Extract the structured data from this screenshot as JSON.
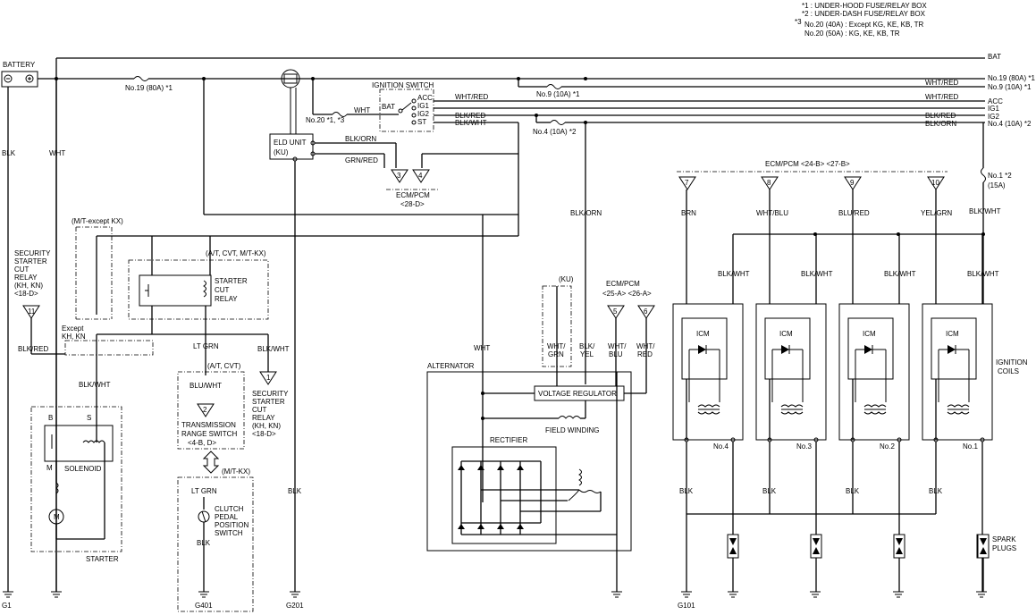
{
  "notes": [
    "*1 : UNDER-HOOD FUSE/RELAY BOX",
    "*2 : UNDER-DASH FUSE/RELAY BOX",
    "*3",
    "No.20 (40A) : Except KG, KE, KB, TR",
    "No.20 (50A) : KG, KE, KB, TR"
  ],
  "battery": "BATTERY",
  "bat": "BAT",
  "fuses": {
    "f19": "No.19 (80A) *1",
    "f20": "No.20 *1, *3",
    "f9": "No.9 (10A) *1",
    "f4": "No.4 (10A) *2",
    "f1a": "No.1 *2",
    "f1b": "(15A)"
  },
  "right_labels": [
    "No.19 (80A) *1",
    "No.9 (10A) *1",
    "ACC",
    "IG1",
    "IG2",
    "No.4 (10A) *2"
  ],
  "ignition_switch": {
    "title": "IGNITION SWITCH",
    "bat": "BAT",
    "acc": "ACC",
    "ig1": "IG1",
    "ig2": "IG2",
    "st": "ST"
  },
  "eld": {
    "line1": "ELD UNIT",
    "line2": "(KU)"
  },
  "wires": {
    "wht": "WHT",
    "whtred": "WHT/RED",
    "blkred": "BLK/RED",
    "blkwht": "BLK/WHT",
    "blkorn": "BLK/ORN",
    "grnred": "GRN/RED",
    "blk": "BLK",
    "brn": "BRN",
    "whtblu": "WHT/BLU",
    "blured": "BLU/RED",
    "yelgrn": "YEL/GRN",
    "ltgrn": "LT GRN",
    "bluwht": "BLU/WHT",
    "wht2": "WHT/",
    "grn": "GRN",
    "blk2": "BLK/",
    "yel": "YEL",
    "blu": "BLU",
    "red": "RED"
  },
  "ecm_top": {
    "title": "ECM/PCM",
    "conn": "<28-D>",
    "pins": [
      "3",
      "4"
    ]
  },
  "ecm_coils": {
    "title": "ECM/PCM <24-B> <27-B>",
    "pins": [
      "7",
      "8",
      "9",
      "10"
    ]
  },
  "ecm_alt": {
    "title": "ECM/PCM",
    "conn": "<25-A> <26-A>",
    "pins": [
      "5",
      "6"
    ]
  },
  "security_left": {
    "lines": [
      "SECURITY",
      "STARTER",
      "CUT",
      "RELAY",
      "(KH, KN)",
      "<18-D>"
    ],
    "pin": "11"
  },
  "security_right": {
    "lines": [
      "SECURITY",
      "STARTER",
      "CUT",
      "RELAY",
      "(KH, KN)",
      "<18-D>"
    ],
    "pin": "1"
  },
  "variants": {
    "mt_except_kx": "(M/T-except KX)",
    "at_cvt_mtkx": "(A/T, CVT, M/T-KX)",
    "except_khkn1": "Except",
    "except_khkn2": "KH, KN",
    "at_cvt": "(A/T, CVT)",
    "mt_kx": "(M/T-KX)",
    "ku": "(KU)"
  },
  "starter_relay": [
    "STARTER",
    "CUT",
    "RELAY"
  ],
  "trs": {
    "pin": "2",
    "lines": [
      "TRANSMISSION",
      "RANGE SWITCH",
      "<4-B, D>"
    ]
  },
  "clutch": {
    "lines": [
      "CLUTCH",
      "PEDAL",
      "POSITION",
      "SWITCH"
    ]
  },
  "starter": {
    "title": "STARTER",
    "b": "B",
    "s": "S",
    "m": "M",
    "solenoid": "SOLENOID",
    "motor": "M"
  },
  "alternator": {
    "title": "ALTERNATOR",
    "vr": "VOLTAGE REGULATOR",
    "fw": "FIELD WINDING",
    "rect": "RECTIFIER"
  },
  "coils": {
    "icm": "ICM",
    "names": [
      "No.4",
      "No.3",
      "No.2",
      "No.1"
    ],
    "label1": "IGNITION",
    "label2": "COILS"
  },
  "spark": [
    "SPARK",
    "PLUGS"
  ],
  "grounds": [
    "G1",
    "G401",
    "G201",
    "G101"
  ]
}
